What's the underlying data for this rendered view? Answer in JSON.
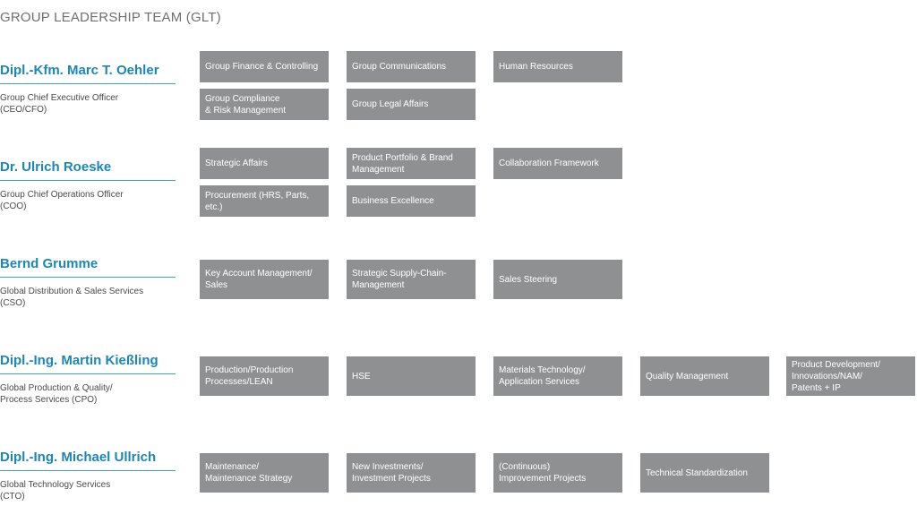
{
  "title": "GROUP LEADERSHIP TEAM (GLT)",
  "members": [
    {
      "name": "Dipl.-Kfm. Marc T. Oehler",
      "role": "Group Chief Executive Officer\n(CEO/CFO)",
      "units": [
        "Group Finance & Controlling",
        "Group Communications",
        "Human Resources",
        "Group Compliance\n& Risk Management",
        "Group Legal Affairs"
      ]
    },
    {
      "name": "Dr. Ulrich Roeske",
      "role": "Group Chief Operations Officer\n(COO)",
      "units": [
        "Strategic Affairs",
        "Product Portfolio & Brand\nManagement",
        "Collaboration Framework",
        "Procurement (HRS, Parts,\netc.)",
        "Business Excellence"
      ]
    },
    {
      "name": "Bernd Grumme",
      "role": "Global Distribution & Sales Services\n(CSO)",
      "units": [
        "Key Account Management/\nSales",
        "Strategic Supply-Chain-\nManagement",
        "Sales Steering"
      ]
    },
    {
      "name": "Dipl.-Ing. Martin Kießling",
      "role": "Global Production & Quality/\nProcess Services (CPO)",
      "units": [
        "Production/Production\nProcesses/LEAN",
        "HSE",
        "Materials Technology/\nApplication Services",
        "Quality Management",
        "Product Development/\nInnovations/NAM/\nPatents + IP"
      ]
    },
    {
      "name": "Dipl.-Ing. Michael Ullrich",
      "role": "Global Technology Services\n(CTO)",
      "units": [
        "Maintenance/\nMaintenance Strategy",
        "New Investments/\nInvestment Projects",
        "(Continuous)\nImprovement Projects",
        "Technical Standardization"
      ]
    }
  ]
}
